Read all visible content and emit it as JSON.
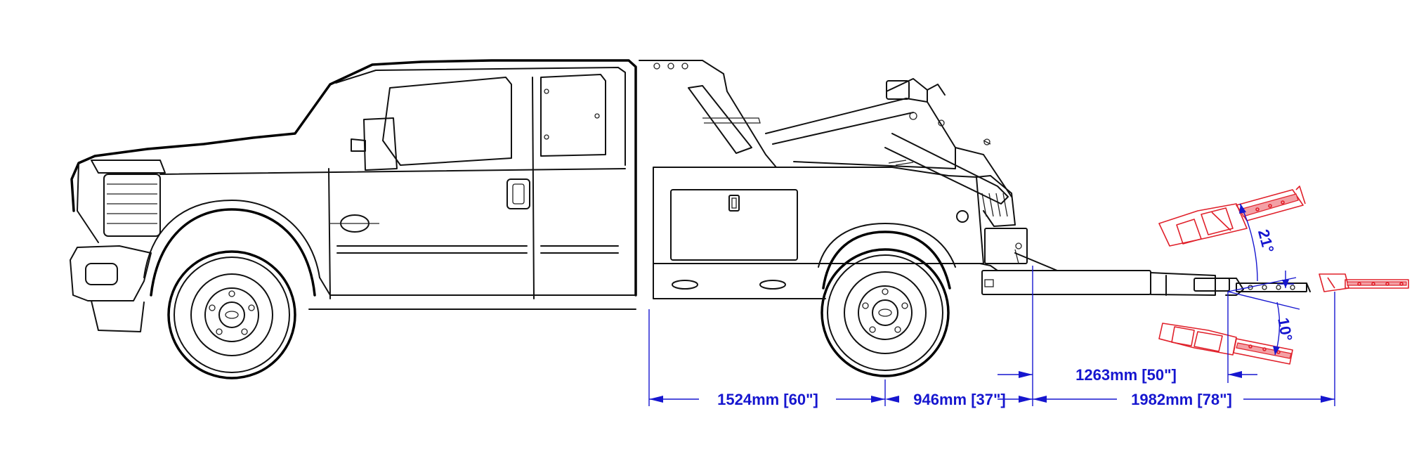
{
  "dimensions": {
    "cab_to_rear_axle": "1524mm [60\"]",
    "rear_axle_to_body": "946mm [37\"]",
    "body_to_crossbar": "1263mm [50\"]",
    "body_to_full_reach": "1982mm [78\"]"
  },
  "angles": {
    "up": "21°",
    "down": "10°"
  },
  "colors": {
    "outline": "#111111",
    "dimension": "#1616cf",
    "alternate_position": "#e0202a"
  }
}
